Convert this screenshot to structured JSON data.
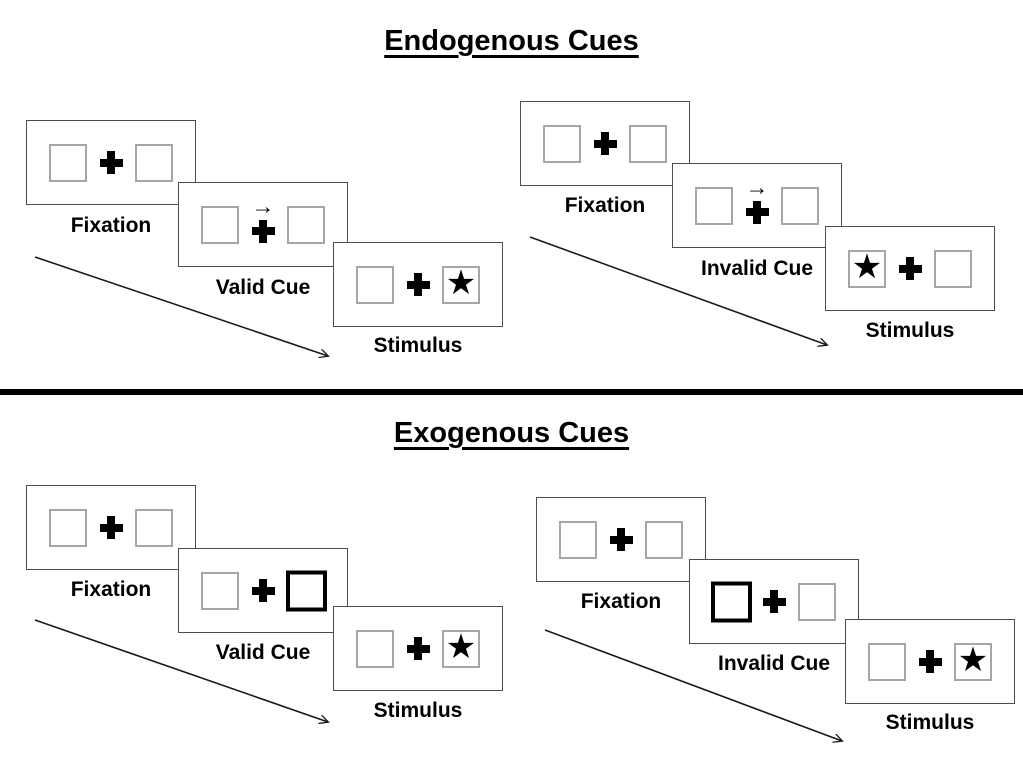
{
  "diagram": {
    "sections": [
      {
        "title": "Endogenous Cues",
        "groups": [
          {
            "name": "valid-trial",
            "panels": [
              {
                "label": "Fixation"
              },
              {
                "label": "Valid Cue"
              },
              {
                "label": "Stimulus"
              }
            ],
            "cue_type": "central-arrow",
            "cue_direction": "right",
            "stimulus_side": "right"
          },
          {
            "name": "invalid-trial",
            "panels": [
              {
                "label": "Fixation"
              },
              {
                "label": "Invalid Cue"
              },
              {
                "label": "Stimulus"
              }
            ],
            "cue_type": "central-arrow",
            "cue_direction": "right",
            "stimulus_side": "left"
          }
        ]
      },
      {
        "title": "Exogenous Cues",
        "groups": [
          {
            "name": "valid-trial",
            "panels": [
              {
                "label": "Fixation"
              },
              {
                "label": "Valid Cue"
              },
              {
                "label": "Stimulus"
              }
            ],
            "cue_type": "peripheral-box",
            "cue_side": "right",
            "stimulus_side": "right"
          },
          {
            "name": "invalid-trial",
            "panels": [
              {
                "label": "Fixation"
              },
              {
                "label": "Invalid Cue"
              },
              {
                "label": "Stimulus"
              }
            ],
            "cue_type": "peripheral-box",
            "cue_side": "left",
            "stimulus_side": "right"
          }
        ]
      }
    ],
    "icons": {
      "star": "★",
      "cue_arrow": "→",
      "plus": "heavy-cross-css-shape"
    },
    "colors": {
      "panel_border": "#4d4d4d",
      "location_box_border": "#a6a6a6",
      "cue_box_border": "#000000",
      "divider": "#000000",
      "text": "#000000",
      "background": "#ffffff"
    }
  }
}
